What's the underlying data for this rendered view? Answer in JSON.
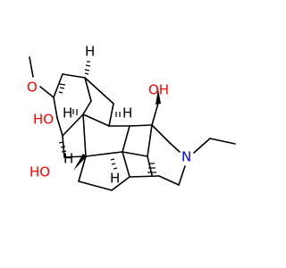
{
  "colors": {
    "bond": "#000000",
    "oxygen": "#ff0000",
    "nitrogen": "#0000ff",
    "background": "#ffffff"
  },
  "atoms": {
    "o_methoxy": "O",
    "oh_top_right": "OH",
    "ho_upper_left": "HO",
    "ho_lower_left": "HO",
    "n_amine": "N",
    "h_top": "H",
    "h_mid_left": "H",
    "h_mid_right": "H",
    "h_lower_left": "H",
    "h_lower_mid": "H"
  }
}
